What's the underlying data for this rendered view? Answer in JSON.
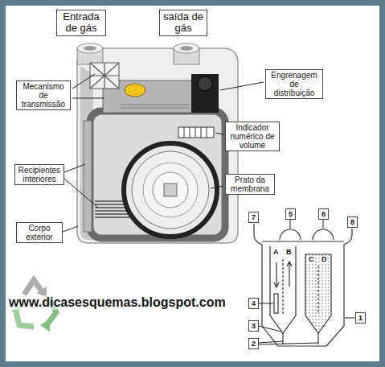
{
  "diagram": {
    "nodes": [
      {
        "text": [
          "Entrada de gás"
        ]
      },
      {
        "text": [
          "saída de gás"
        ]
      },
      {
        "text": [
          "Mecanismo de transmissão"
        ]
      },
      {
        "text": [
          "Engrenagem de distribuição"
        ]
      },
      {
        "text": [
          "Indicador numérico de volume"
        ]
      },
      {
        "text": [
          "Recipientes interiores"
        ]
      },
      {
        "text": [
          "Prato da membrana"
        ]
      },
      {
        "text": [
          "Corpo exterior"
        ]
      },
      {
        "text": [
          "7"
        ]
      },
      {
        "text": [
          "5"
        ]
      },
      {
        "text": [
          "6"
        ]
      },
      {
        "text": [
          "8"
        ]
      },
      {
        "text": [
          "4"
        ]
      },
      {
        "text": [
          "3"
        ]
      },
      {
        "text": [
          "2"
        ]
      },
      {
        "text": [
          "1"
        ]
      }
    ],
    "labels": [
      "A",
      "B",
      "C",
      "D",
      "www.dicasesquemas.blogspot.com"
    ]
  }
}
